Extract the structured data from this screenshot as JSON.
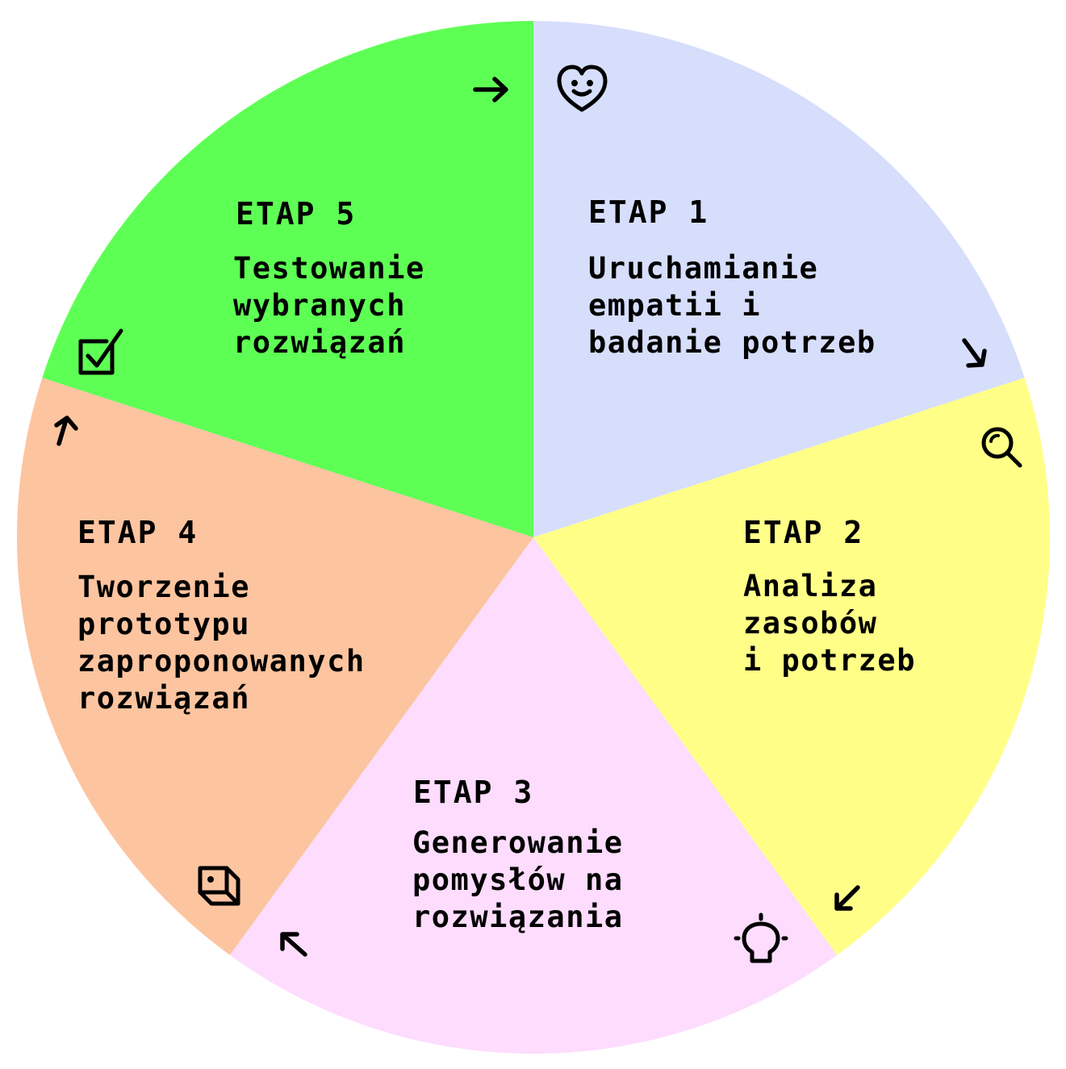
{
  "stages": [
    {
      "title": "ETAP 1",
      "lines": [
        "Uruchamianie",
        "empatii i",
        "badanie potrzeb"
      ],
      "color": "#d6defc",
      "icon": "heart-smile-icon"
    },
    {
      "title": "ETAP 2",
      "lines": [
        "Analiza",
        "zasobów",
        "i potrzeb"
      ],
      "color": "#ffff88",
      "icon": "magnifier-icon"
    },
    {
      "title": "ETAP 3",
      "lines": [
        "Generowanie",
        "pomysłów na",
        "rozwiązania"
      ],
      "color": "#fddcfd",
      "icon": "lightbulb-icon"
    },
    {
      "title": "ETAP 4",
      "lines": [
        "Tworzenie",
        "prototypu",
        "zaproponowanych",
        "rozwiązań"
      ],
      "color": "#fdc4a0",
      "icon": "cube-icon"
    },
    {
      "title": "ETAP 5",
      "lines": [
        "Testowanie",
        "wybranych",
        "rozwiązań"
      ],
      "color": "#5eff55",
      "icon": "checkbox-icon"
    }
  ],
  "arrow_icon": "arrow-icon"
}
